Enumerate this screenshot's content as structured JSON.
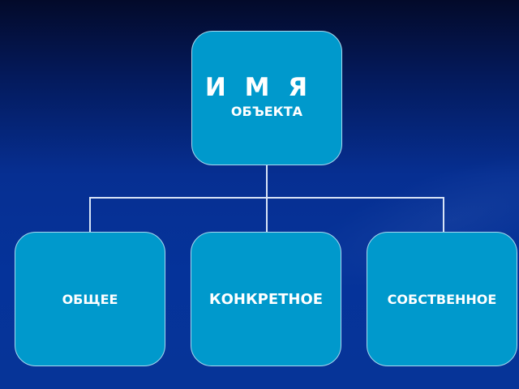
{
  "diagram": {
    "type": "org-tree",
    "root": {
      "line1": "И М Я",
      "line2": "ОБЪЕКТА"
    },
    "children": [
      {
        "label": "ОБЩЕЕ"
      },
      {
        "label": "КОНКРЕТНОЕ"
      },
      {
        "label": "СОБСТВЕННОЕ"
      }
    ],
    "colors": {
      "box_fill": "#0099cc",
      "box_border": "#a8d8ee",
      "background": "#05339a",
      "connector": "#d8e4f6"
    }
  }
}
